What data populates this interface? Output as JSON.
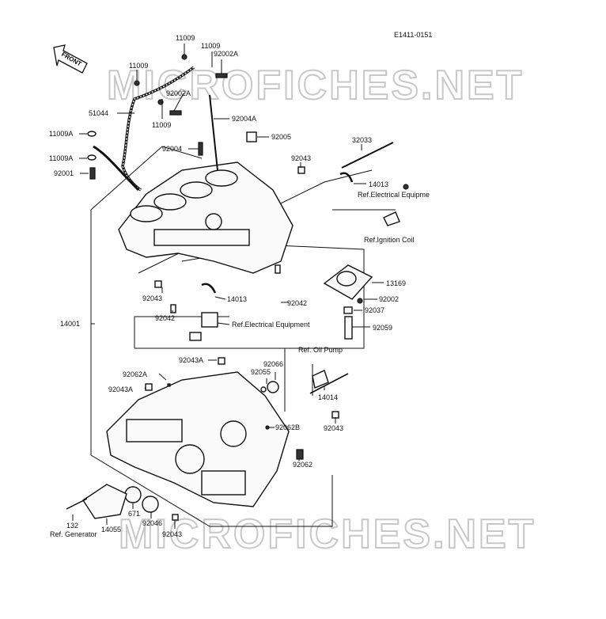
{
  "diagram_code": "E1411-0151",
  "front_arrow": "FRONT",
  "watermark": "MICROFICHES.NET",
  "labels": {
    "l11009_a": "11009",
    "l11009_b": "11009",
    "l92002A_a": "92002A",
    "l11009_c": "11009",
    "l92002A_b": "92002A",
    "l11009_d": "11009",
    "l51044": "51044",
    "l92004A": "92004A",
    "l11009A_a": "11009A",
    "l92004": "92004",
    "l92005": "92005",
    "l11009A_b": "11009A",
    "l92043_top": "92043",
    "l32033": "32033",
    "l92001": "92001",
    "l14013_top": "14013",
    "ref_elec_top": "Ref.Electrical Equipme",
    "ref_ign": "Ref.Ignition Coil",
    "l13169": "13169",
    "l92043_mid": "92043",
    "l14013_mid": "14013",
    "l92042_mid": "92042",
    "l92002": "92002",
    "l92037": "92037",
    "l92042_left": "92042",
    "ref_elec_mid": "Ref.Electrical Equipment",
    "l92059": "92059",
    "l14001": "14001",
    "ref_oil": "Ref. Oil Pump",
    "l92043A_top": "92043A",
    "l92066": "92066",
    "l92062A": "92062A",
    "l92055": "92055",
    "l92043A_left": "92043A",
    "l14014": "14014",
    "l92062B": "92062B",
    "l92043_right": "92043",
    "l92062": "92062",
    "l671": "671",
    "l92046": "92046",
    "l132": "132",
    "ref_gen": "Ref. Generator",
    "l14055": "14055",
    "l92043_bot": "92043"
  }
}
